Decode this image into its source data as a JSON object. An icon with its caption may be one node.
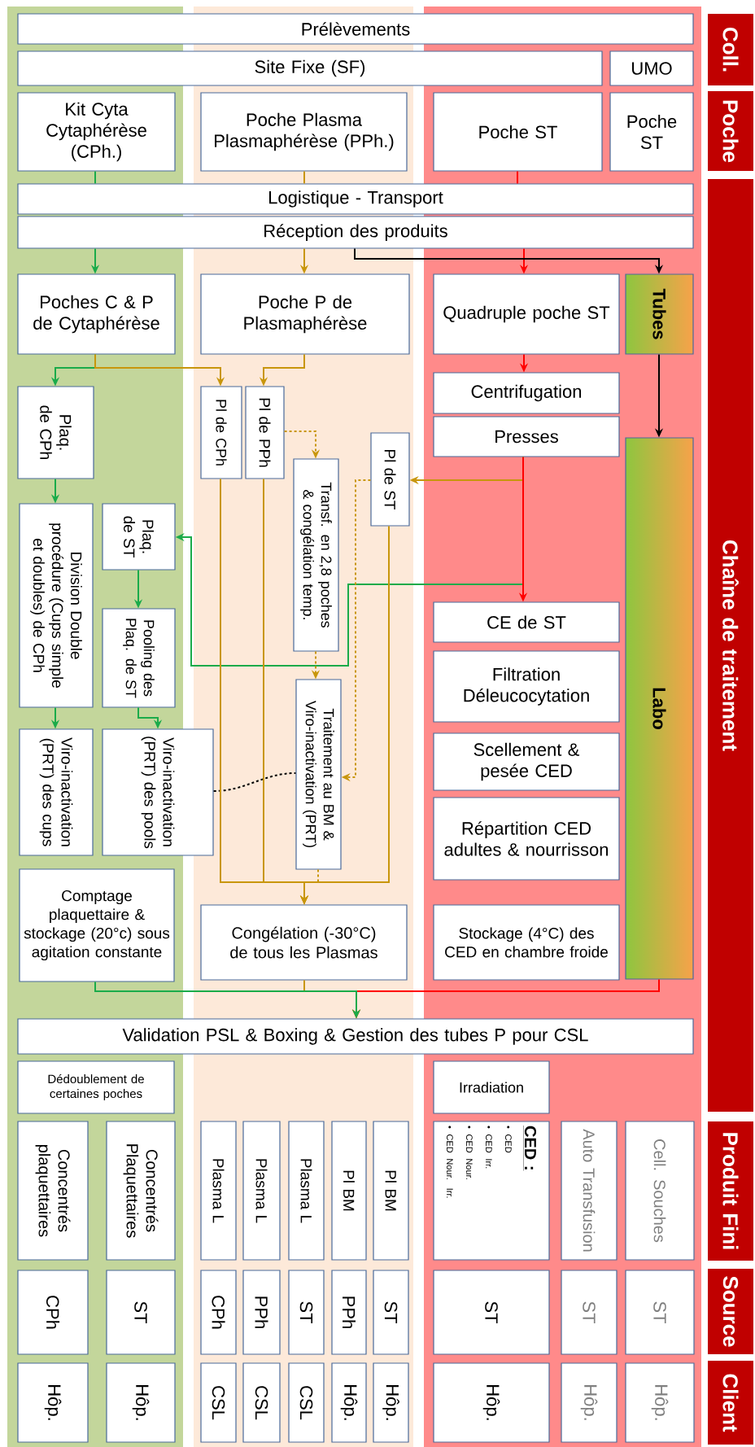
{
  "diagram": {
    "nodes": [
      {
        "text": [
          "Prélèvements"
        ]
      },
      {
        "text": [
          "Site Fixe (SF)"
        ]
      },
      {
        "text": [
          "UMO"
        ]
      },
      {
        "text": [
          "Kit Cyta Cytaphérèse (CPh.)"
        ]
      },
      {
        "text": [
          "Poche Plasma Plasmaphérèse (PPh.)"
        ]
      },
      {
        "text": [
          "Poche ST"
        ]
      },
      {
        "text": [
          "Poche ST"
        ]
      },
      {
        "text": [
          "Logistique - Transport"
        ]
      },
      {
        "text": [
          "Réception des produits"
        ]
      },
      {
        "text": [
          "Poches C & P de Cytaphérèse"
        ]
      },
      {
        "text": [
          "Poche P de Plasmaphérèse"
        ]
      },
      {
        "text": [
          "Quadruple poche ST"
        ]
      },
      {
        "text": [
          "Tubes"
        ]
      },
      {
        "text": [
          "Plaq. de CPh"
        ]
      },
      {
        "text": [
          "Pl de CPh"
        ]
      },
      {
        "text": [
          "Pl de PPh"
        ]
      },
      {
        "text": [
          "Centrifugation"
        ]
      },
      {
        "text": [
          "Presses"
        ]
      },
      {
        "text": [
          "Pl de ST"
        ]
      },
      {
        "text": [
          "Transf. en 2,8 poches & congélation temp."
        ]
      },
      {
        "text": [
          "Plaq. de ST"
        ]
      },
      {
        "text": [
          "Division Double procédure (Cups simple et doubles) de CPh"
        ]
      },
      {
        "text": [
          "Pooling des Plaq. de ST"
        ]
      },
      {
        "text": [
          "CE de ST"
        ]
      },
      {
        "text": [
          "Filtration Déleucocytation"
        ]
      },
      {
        "text": [
          "Labo"
        ]
      },
      {
        "text": [
          "Viro-inactivation (PRT) des cups"
        ]
      },
      {
        "text": [
          "Viro-inactivation (PRT) des pools"
        ]
      },
      {
        "text": [
          "Traitement au BM & Viro-inactivation (PRT)"
        ]
      },
      {
        "text": [
          "Scellement & pesée CED"
        ]
      },
      {
        "text": [
          "Répartition CED adultes & nourrisson"
        ]
      },
      {
        "text": [
          "Comptage plaquettaire & stockage (20°c) sous agitation constante"
        ]
      },
      {
        "text": [
          "Congélation (-30°C) de tous les Plasmas"
        ]
      },
      {
        "text": [
          "Stockage (4°C) des CED en chambre froide"
        ]
      },
      {
        "text": [
          "Validation PSL & Boxing & Gestion des tubes P pour CSL"
        ]
      },
      {
        "text": [
          "Dédoublement de certaines poches"
        ]
      },
      {
        "text": [
          "Irradiation"
        ]
      },
      {
        "text": [
          "Concentrés plaquettaires"
        ]
      },
      {
        "text": [
          "Concentrés Plaquettaires"
        ]
      },
      {
        "text": [
          "Plasma L"
        ]
      },
      {
        "text": [
          "Plasma L"
        ]
      },
      {
        "text": [
          "Plasma L"
        ]
      },
      {
        "text": [
          "Pl BM"
        ]
      },
      {
        "text": [
          "Pl BM"
        ]
      },
      {
        "text": [
          "CED :",
          "• CED",
          "• CED Irr.",
          "• CED Nour.",
          "• CED Nour. Irr."
        ]
      },
      {
        "text": [
          "Auto Transfusion"
        ]
      },
      {
        "text": [
          "Cell. Souches"
        ]
      },
      {
        "text": [
          "CPh"
        ]
      },
      {
        "text": [
          "ST"
        ]
      },
      {
        "text": [
          "CPh"
        ]
      },
      {
        "text": [
          "PPh"
        ]
      },
      {
        "text": [
          "ST"
        ]
      },
      {
        "text": [
          "PPh"
        ]
      },
      {
        "text": [
          "ST"
        ]
      },
      {
        "text": [
          "ST"
        ]
      },
      {
        "text": [
          "ST"
        ]
      },
      {
        "text": [
          "ST"
        ]
      },
      {
        "text": [
          "Hôp."
        ]
      },
      {
        "text": [
          "Hôp."
        ]
      },
      {
        "text": [
          "CSL"
        ]
      },
      {
        "text": [
          "CSL"
        ]
      },
      {
        "text": [
          "CSL"
        ]
      },
      {
        "text": [
          "Hôp."
        ]
      },
      {
        "text": [
          "Hôp."
        ]
      },
      {
        "text": [
          "Hôp."
        ]
      },
      {
        "text": [
          "Hôp."
        ]
      },
      {
        "text": [
          "Hôp."
        ]
      },
      {
        "text": [
          "Coll."
        ]
      },
      {
        "text": [
          "Poche"
        ]
      },
      {
        "text": [
          "Chaîne de traitement"
        ]
      },
      {
        "text": [
          "Produit Fini"
        ]
      },
      {
        "text": [
          "Source"
        ]
      },
      {
        "text": [
          "Client"
        ]
      }
    ],
    "edges": [
      {
        "from": 3,
        "to": 7,
        "arrow": "none",
        "color": "#1aab4a"
      },
      {
        "from": 4,
        "to": 7,
        "arrow": "none"
      },
      {
        "from": 5,
        "to": 7,
        "arrow": "none",
        "color": "#ff0000"
      },
      {
        "from": 8,
        "to": 9,
        "arrow": "to",
        "color": "#1aab4a"
      },
      {
        "from": 8,
        "to": 10,
        "arrow": "to"
      },
      {
        "from": 8,
        "to": 11,
        "arrow": "to",
        "color": "#ff0000"
      },
      {
        "from": 8,
        "to": 12,
        "arrow": "to",
        "color": "#000000"
      },
      {
        "from": 9,
        "to": 13,
        "arrow": "to",
        "color": "#1aab4a"
      },
      {
        "from": 9,
        "to": 14,
        "arrow": "to"
      },
      {
        "from": 10,
        "to": 15,
        "arrow": "to"
      },
      {
        "from": 11,
        "to": 16,
        "arrow": "to",
        "color": "#ff0000"
      },
      {
        "from": 12,
        "to": 25,
        "arrow": "to",
        "color": "#000000"
      },
      {
        "from": 15,
        "to": 19,
        "arrow": "to",
        "style": "dashed"
      },
      {
        "from": 17,
        "to": 18,
        "arrow": "to"
      },
      {
        "from": 17,
        "to": 20,
        "arrow": "to",
        "color": "#1aab4a"
      },
      {
        "from": 17,
        "to": 23,
        "arrow": "to",
        "color": "#ff0000"
      },
      {
        "from": 18,
        "to": 28,
        "arrow": "to",
        "style": "dashed"
      },
      {
        "from": 19,
        "to": 28,
        "arrow": "to",
        "style": "dashed"
      },
      {
        "from": 13,
        "to": 21,
        "arrow": "to",
        "color": "#1aab4a"
      },
      {
        "from": 20,
        "to": 22,
        "arrow": "to",
        "color": "#1aab4a"
      },
      {
        "from": 21,
        "to": 26,
        "arrow": "to",
        "color": "#1aab4a"
      },
      {
        "from": 22,
        "to": 27,
        "arrow": "to",
        "color": "#1aab4a"
      },
      {
        "from": 27,
        "to": 28,
        "arrow": "none",
        "style": "dashed",
        "color": "#000000"
      },
      {
        "from": 14,
        "to": 32,
        "arrow": "to"
      },
      {
        "from": 15,
        "to": 32,
        "arrow": "to"
      },
      {
        "from": 18,
        "to": 32,
        "arrow": "to"
      },
      {
        "from": 28,
        "to": 32,
        "arrow": "to",
        "style": "dashed"
      },
      {
        "from": 25,
        "to": 34,
        "arrow": "to",
        "color": "#ff0000"
      },
      {
        "from": 32,
        "to": 34,
        "arrow": "to"
      },
      {
        "from": 31,
        "to": 34,
        "arrow": "to",
        "color": "#1aab4a"
      }
    ]
  }
}
